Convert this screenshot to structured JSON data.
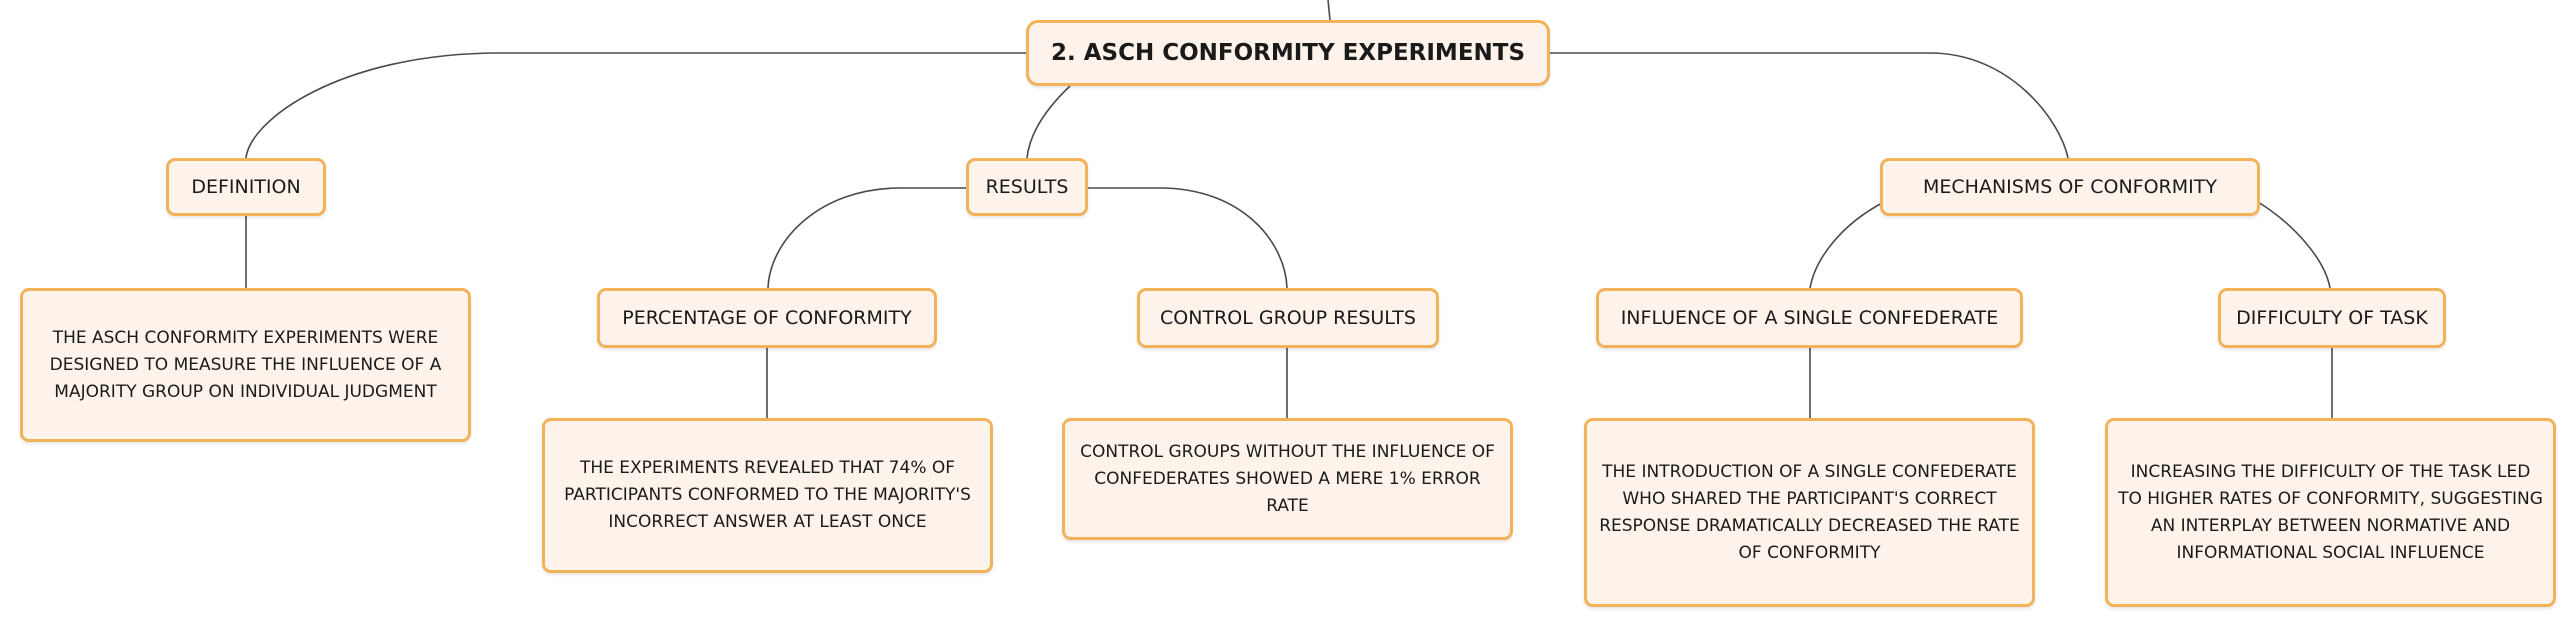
{
  "root": {
    "label": "2. ASCH CONFORMITY EXPERIMENTS"
  },
  "definition": {
    "label": "DEFINITION",
    "detail": "THE ASCH CONFORMITY EXPERIMENTS WERE DESIGNED TO MEASURE THE INFLUENCE OF A MAJORITY GROUP ON INDIVIDUAL JUDGMENT"
  },
  "results": {
    "label": "RESULTS",
    "percentage": {
      "label": "PERCENTAGE OF CONFORMITY",
      "detail": "THE EXPERIMENTS REVEALED THAT 74% OF PARTICIPANTS CONFORMED TO THE MAJORITY'S INCORRECT ANSWER AT LEAST ONCE"
    },
    "control": {
      "label": "CONTROL GROUP RESULTS",
      "detail": "CONTROL GROUPS WITHOUT THE INFLUENCE OF CONFEDERATES SHOWED A MERE 1% ERROR RATE"
    }
  },
  "mechanisms": {
    "label": "MECHANISMS OF CONFORMITY",
    "single": {
      "label": "INFLUENCE OF A SINGLE CONFEDERATE",
      "detail": "THE INTRODUCTION OF A SINGLE CONFEDERATE WHO SHARED THE PARTICIPANT'S CORRECT RESPONSE DRAMATICALLY DECREASED THE RATE OF CONFORMITY"
    },
    "difficulty": {
      "label": "DIFFICULTY OF TASK",
      "detail": "INCREASING THE DIFFICULTY OF THE TASK LED TO HIGHER RATES OF CONFORMITY, SUGGESTING AN INTERPLAY BETWEEN NORMATIVE AND INFORMATIONAL SOCIAL INFLUENCE"
    }
  }
}
